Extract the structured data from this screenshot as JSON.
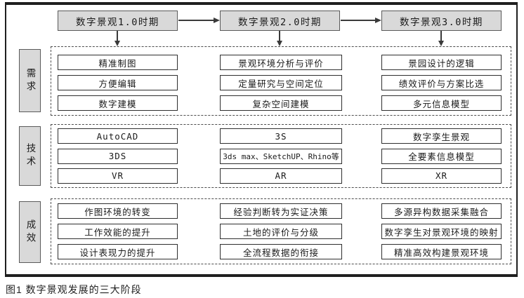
{
  "figure": {
    "caption": "图1 数字景观发展的三大阶段"
  },
  "stages": [
    {
      "label": "数字景观1.0时期"
    },
    {
      "label": "数字景观2.0时期"
    },
    {
      "label": "数字景观3.0时期"
    }
  ],
  "rows": [
    {
      "label": "需求",
      "columns": [
        [
          "精准制图",
          "方便编辑",
          "数字建模"
        ],
        [
          "景观环境分析与评价",
          "定量研究与空间定位",
          "复杂空间建模"
        ],
        [
          "景园设计的逻辑",
          "绩效评价与方案比选",
          "多元信息模型"
        ]
      ]
    },
    {
      "label": "技术",
      "columns": [
        [
          "AutoCAD",
          "3DS",
          "VR"
        ],
        [
          "3S",
          "3ds max、SketchUP、Rhino等",
          "AR"
        ],
        [
          "数字孪生景观",
          "全要素信息模型",
          "XR"
        ]
      ]
    },
    {
      "label": "成效",
      "columns": [
        [
          "作图环境的转变",
          "工作效能的提升",
          "设计表现力的提升"
        ],
        [
          "经验判断转为实证决策",
          "土地的评价与分级",
          "全流程数据的衔接"
        ],
        [
          "多源异构数据采集融合",
          "数字孪生对景观环境的映射",
          "精准高效构建景观环境"
        ]
      ]
    }
  ],
  "icons": {
    "stage_connector": "arrow-right",
    "group_connector": "arrow-down"
  },
  "colors": {
    "background": "#ffffff",
    "box_fill_gray": "#d9d9d9",
    "box_border": "#2e2e2e",
    "gray_box_border": "#5a5a5a",
    "dashed_border": "#4d4d4d",
    "line": "#3a3a3a",
    "text": "#1a1a1a"
  }
}
